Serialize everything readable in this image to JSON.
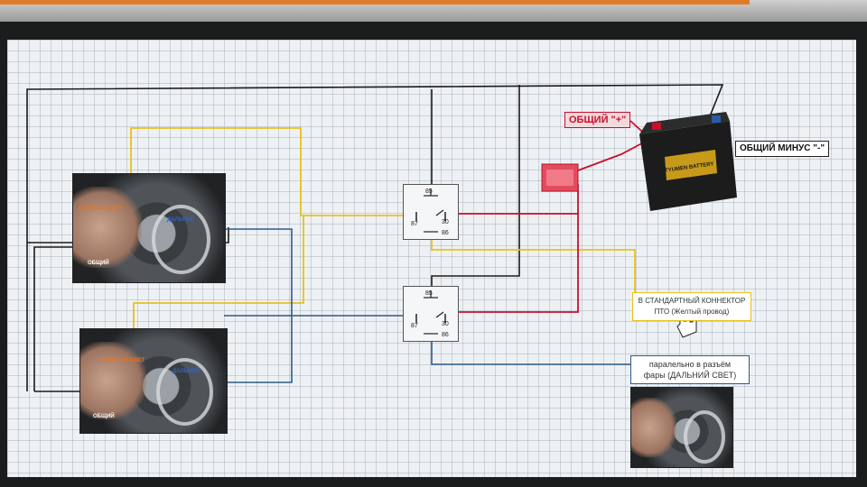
{
  "labels": {
    "common_plus": "ОБЩИЙ \"+\"",
    "common_minus": "ОБЩИЙ МИНУС \"-\"",
    "pto_connector_line1": "В СТАНДАРТНЫЙ КОННЕКТОР",
    "pto_connector_line2": "ПТО (Желтый провод)",
    "parallel_line1": "паралельно в разъём",
    "parallel_line2": "фары (ДАЛЬНИЙ СВЕТ)"
  },
  "headlight_photos": [
    {
      "low_beam": "БЛИЖНИЙ СВЕТ",
      "high_beam": "ДАЛЬНИЙ",
      "common": "ОБЩИЙ"
    },
    {
      "low_beam": "БЛИЖНИЙ СВЕТ",
      "high_beam": "ДАЛЬНИЙ",
      "common": "ОБЩИЙ"
    }
  ],
  "relays": [
    {
      "pin_top": "85",
      "pin_left": "87",
      "pin_right": "30",
      "pin_bottom": "86"
    },
    {
      "pin_top": "85",
      "pin_left": "87",
      "pin_right": "30",
      "pin_bottom": "86"
    }
  ],
  "battery": {
    "brand": "TYUMEN BATTERY"
  },
  "wire_colors": {
    "black": "#1a1a1a",
    "yellow": "#e8c21a",
    "red": "#c8102e",
    "blue": "#2e5a88"
  }
}
